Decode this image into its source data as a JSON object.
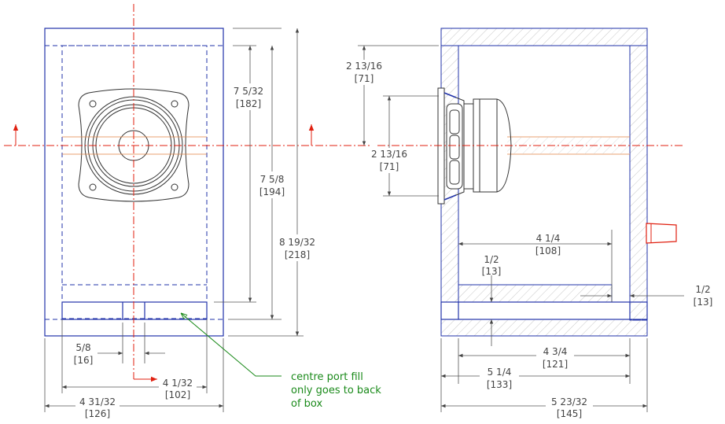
{
  "dimensions": {
    "front_height_inner": {
      "imperial": "7 5/32",
      "metric": "[182]"
    },
    "front_height_mid": {
      "imperial": "7 5/8",
      "metric": "[194]"
    },
    "front_height_outer": {
      "imperial": "8 19/32",
      "metric": "[218]"
    },
    "port_width": {
      "imperial": "5/8",
      "metric": "[16]"
    },
    "inner_width": {
      "imperial": "4 1/32",
      "metric": "[102]"
    },
    "outer_width": {
      "imperial": "4 31/32",
      "metric": "[126]"
    },
    "driver_top": {
      "imperial": "2 13/16",
      "metric": "[71]"
    },
    "driver_bottom": {
      "imperial": "2 13/16",
      "metric": "[71]"
    },
    "port_depth": {
      "imperial": "4 1/4",
      "metric": "[108]"
    },
    "board_thickness": {
      "imperial": "1/2",
      "metric": "[13]"
    },
    "side_thickness": {
      "imperial": "1/2",
      "metric": "[13]"
    },
    "depth_inner": {
      "imperial": "4 3/4",
      "metric": "[121]"
    },
    "depth_mid": {
      "imperial": "5 1/4",
      "metric": "[133]"
    },
    "depth_outer": {
      "imperial": "5 23/32",
      "metric": "[145]"
    }
  },
  "note": {
    "line1": "centre port fill",
    "line2": "only goes to back",
    "line3": "of box"
  },
  "colors": {
    "outline": "#2233aa",
    "centerline": "#e02010",
    "dimension": "#555555",
    "note": "#1a8a1a"
  }
}
